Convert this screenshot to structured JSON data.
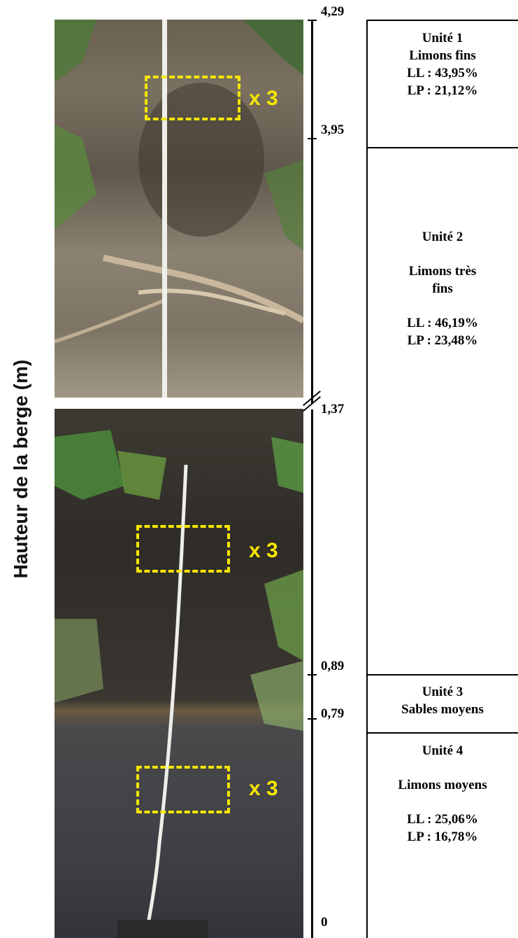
{
  "axis": {
    "title": "Hauteur de la berge (m)",
    "ticks": [
      "4,29",
      "3,95",
      "1,37",
      "0,89",
      "0,79",
      "0"
    ]
  },
  "samples": {
    "label": "x 3"
  },
  "units": [
    {
      "name": "Unité 1",
      "material": "Limons fins",
      "ll": "LL : 43,95%",
      "lp": "LP : 21,12%"
    },
    {
      "name": "Unité 2",
      "material_line1": "Limons très",
      "material_line2": "fins",
      "ll": "LL : 46,19%",
      "lp": "LP : 23,48%"
    },
    {
      "name": "Unité 3",
      "material": "Sables moyens"
    },
    {
      "name": "Unité 4",
      "material": "Limons moyens",
      "ll": "LL : 25,06%",
      "lp": "LP : 16,78%"
    }
  ]
}
